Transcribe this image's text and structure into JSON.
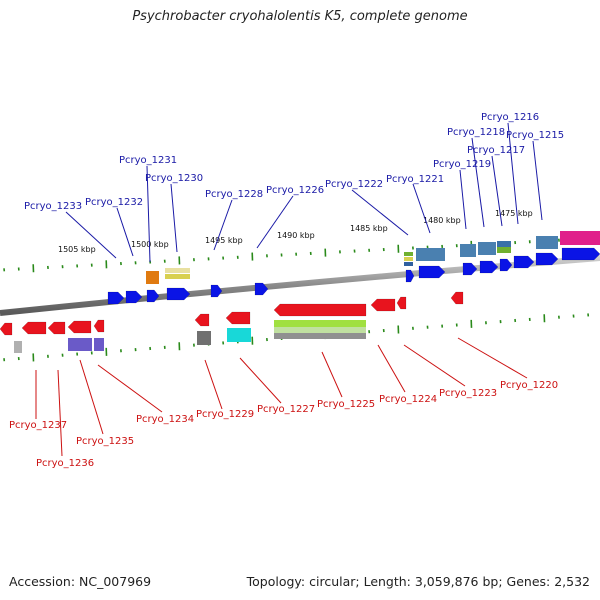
{
  "title": "Psychrobacter cryohalolentis K5, complete genome",
  "footer": {
    "accession": "Accession: NC_007969",
    "summary": "Topology: circular; Length: 3,059,876 bp; Genes: 2,532"
  },
  "colors": {
    "forward_label": "#1a1aa6",
    "reverse_label": "#cc1111",
    "backbone": "#8c8c8c",
    "forward_gene": "#0a14e6",
    "reverse_gene": "#e8141e",
    "tick": "#2a8a1a"
  },
  "scale_labels": [
    "1505 kbp",
    "1500 kbp",
    "1495 kbp",
    "1490 kbp",
    "1485 kbp",
    "1480 kbp",
    "1475 kbp"
  ],
  "forward_labels": [
    "Pcryo_1233",
    "Pcryo_1232",
    "Pcryo_1231",
    "Pcryo_1230",
    "Pcryo_1228",
    "Pcryo_1226",
    "Pcryo_1222",
    "Pcryo_1221",
    "Pcryo_1219",
    "Pcryo_1218",
    "Pcryo_1217",
    "Pcryo_1216",
    "Pcryo_1215"
  ],
  "reverse_labels": [
    "Pcryo_1237",
    "Pcryo_1236",
    "Pcryo_1235",
    "Pcryo_1234",
    "Pcryo_1229",
    "Pcryo_1227",
    "Pcryo_1225",
    "Pcryo_1224",
    "Pcryo_1223",
    "Pcryo_1220"
  ]
}
